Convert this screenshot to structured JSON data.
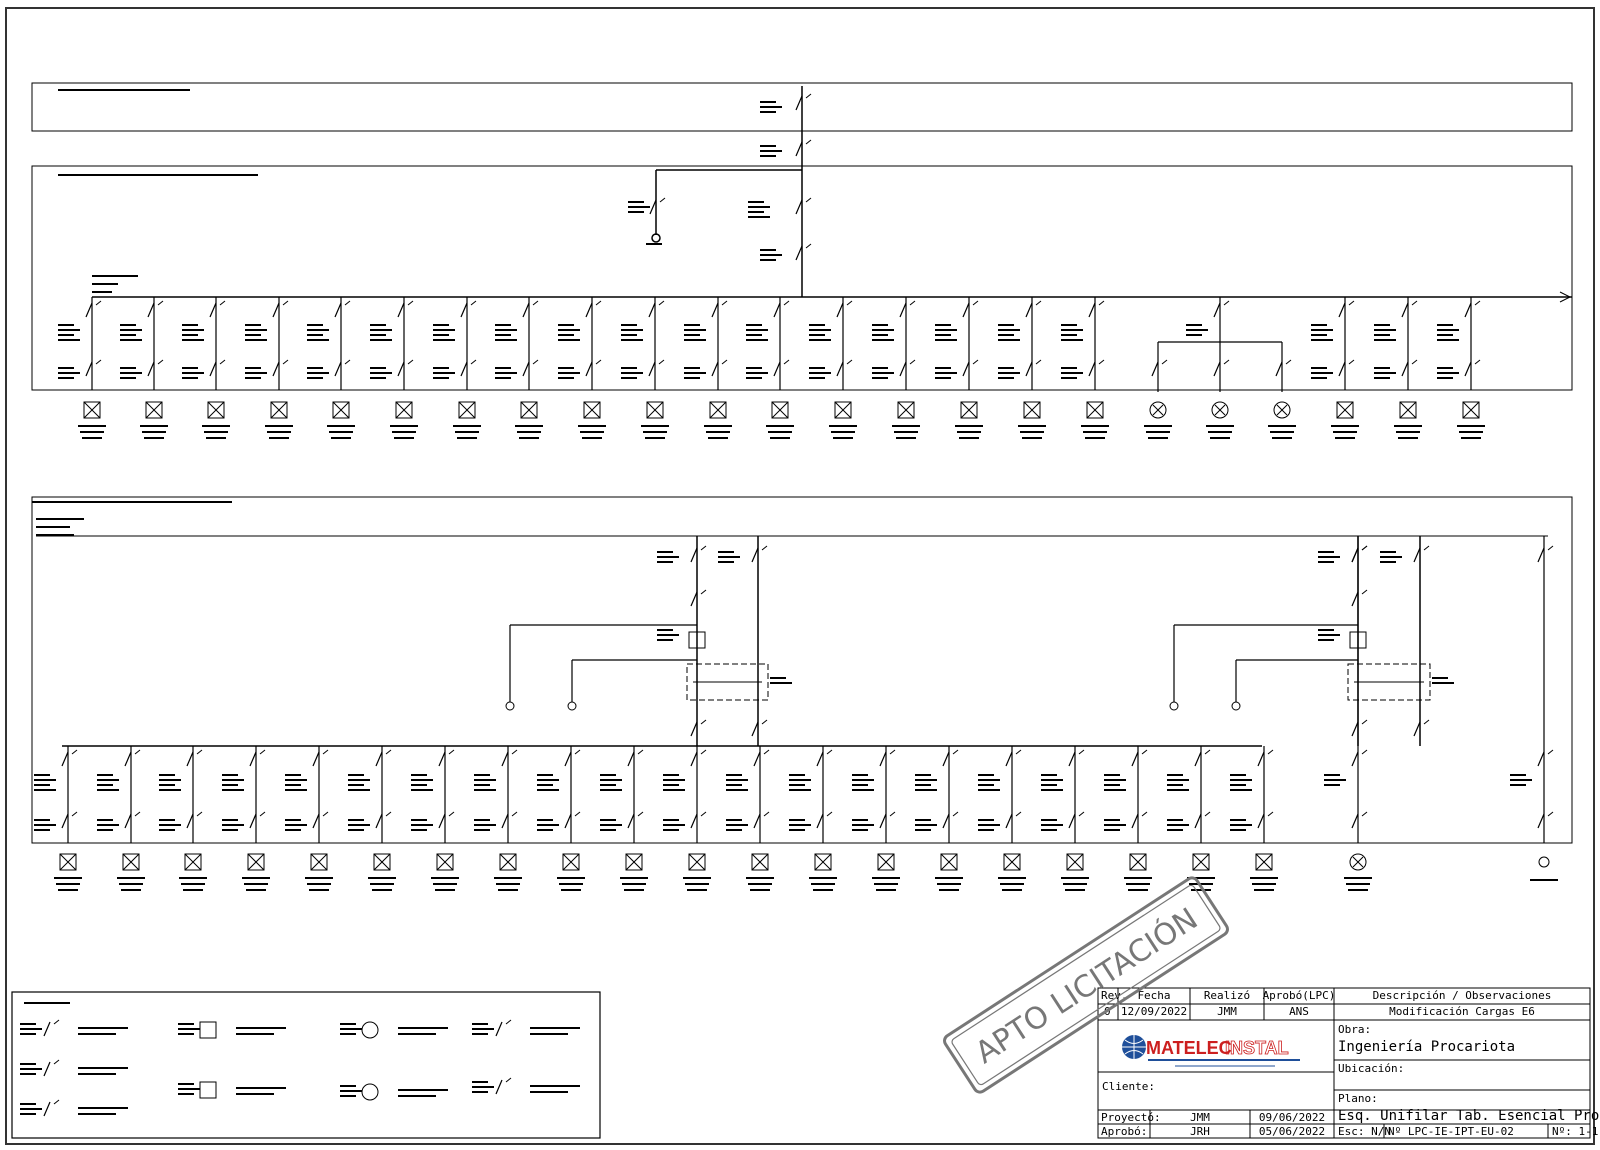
{
  "stamp": {
    "text": "APTO LICITACIÓN"
  },
  "logo": {
    "brand_main": "MATELEC",
    "brand_accent": "INSTAL",
    "brand_color": "#cc1f1f",
    "globe_color": "#1f4f9a"
  },
  "revision_table": {
    "headers": [
      "Rev.",
      "Fecha",
      "Realizó",
      "Aprobó(LPC)",
      "Descripción / Observaciones"
    ],
    "rows": [
      [
        "0",
        "12/09/2022",
        "JMM",
        "ANS",
        "Modificación Cargas E6"
      ]
    ]
  },
  "title_block": {
    "obra_label": "Obra:",
    "obra_value": "Ingeniería Procariota",
    "ubicacion_label": "Ubicación:",
    "cliente_label": "Cliente:",
    "plano_label": "Plano:",
    "plano_value": "Esq. Unifilar Tab. Esencial Procariota",
    "proyecto_label": "Proyectó:",
    "proyecto_value": "JMM",
    "proyecto_date": "09/06/2022",
    "aprobo_label": "Aprobó:",
    "aprobo_value": "JRH",
    "aprobo_date": "05/06/2022",
    "escala": "Esc: N/N",
    "plano_no": "Nº LPC-IE-IPT-EU-02",
    "sheet_no": "Nº: 1-1"
  },
  "colors": {
    "line": "#000000",
    "stamp": "#777777",
    "frame": "#333333"
  }
}
